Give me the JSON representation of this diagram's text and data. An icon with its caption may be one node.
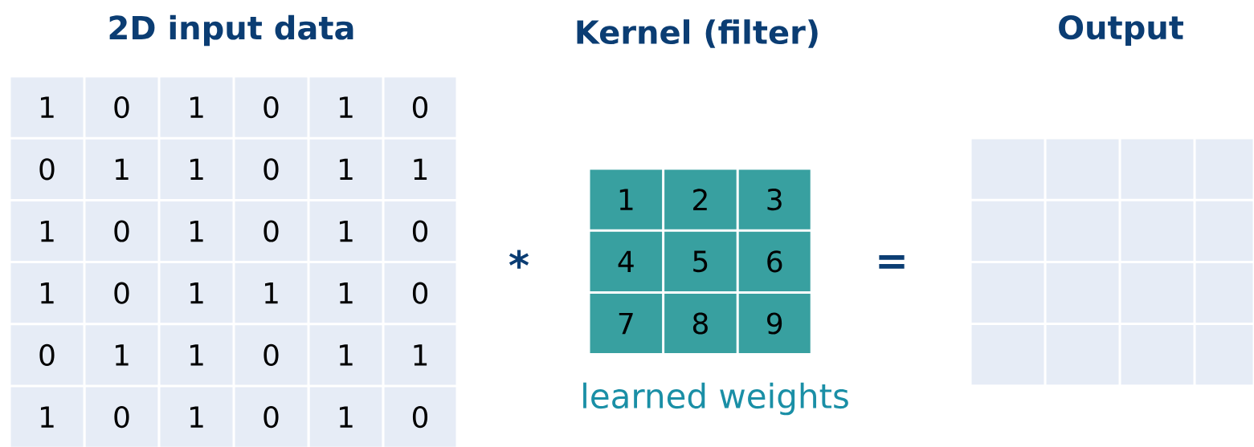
{
  "diagram": {
    "nodes": [
      {
        "text": [
          "1"
        ]
      },
      {
        "text": [
          "0"
        ]
      },
      {
        "text": [
          "1"
        ]
      },
      {
        "text": [
          "0"
        ]
      },
      {
        "text": [
          "1"
        ]
      },
      {
        "text": [
          "0"
        ]
      },
      {
        "text": [
          "0"
        ]
      },
      {
        "text": [
          "1"
        ]
      },
      {
        "text": [
          "1"
        ]
      },
      {
        "text": [
          "0"
        ]
      },
      {
        "text": [
          "1"
        ]
      },
      {
        "text": [
          "1"
        ]
      },
      {
        "text": [
          "1"
        ]
      },
      {
        "text": [
          "0"
        ]
      },
      {
        "text": [
          "1"
        ]
      },
      {
        "text": [
          "0"
        ]
      },
      {
        "text": [
          "1"
        ]
      },
      {
        "text": [
          "0"
        ]
      },
      {
        "text": [
          "1"
        ]
      },
      {
        "text": [
          "0"
        ]
      },
      {
        "text": [
          "1"
        ]
      },
      {
        "text": [
          "1"
        ]
      },
      {
        "text": [
          "1"
        ]
      },
      {
        "text": [
          "0"
        ]
      },
      {
        "text": [
          "0"
        ]
      },
      {
        "text": [
          "1"
        ]
      },
      {
        "text": [
          "1"
        ]
      },
      {
        "text": [
          "0"
        ]
      },
      {
        "text": [
          "1"
        ]
      },
      {
        "text": [
          "1"
        ]
      },
      {
        "text": [
          "1"
        ]
      },
      {
        "text": [
          "0"
        ]
      },
      {
        "text": [
          "1"
        ]
      },
      {
        "text": [
          "0"
        ]
      },
      {
        "text": [
          "1"
        ]
      },
      {
        "text": [
          "0"
        ]
      },
      {
        "text": [
          "1"
        ]
      },
      {
        "text": [
          "2"
        ]
      },
      {
        "text": [
          "3"
        ]
      },
      {
        "text": [
          "4"
        ]
      },
      {
        "text": [
          "5"
        ]
      },
      {
        "text": [
          "6"
        ]
      },
      {
        "text": [
          "7"
        ]
      },
      {
        "text": [
          "8"
        ]
      },
      {
        "text": [
          "9"
        ]
      },
      {
        "text": [],
        "shape": "box"
      },
      {
        "text": [],
        "shape": "box"
      },
      {
        "text": [],
        "shape": "box"
      },
      {
        "text": [],
        "shape": "box"
      },
      {
        "text": [],
        "shape": "box"
      },
      {
        "text": [],
        "shape": "box"
      },
      {
        "text": [],
        "shape": "box"
      },
      {
        "text": [],
        "shape": "box"
      },
      {
        "text": [],
        "shape": "box"
      },
      {
        "text": [],
        "shape": "box"
      },
      {
        "text": [],
        "shape": "box"
      },
      {
        "text": [],
        "shape": "box"
      },
      {
        "text": [],
        "shape": "box"
      },
      {
        "text": [],
        "shape": "box"
      },
      {
        "text": [],
        "shape": "box"
      },
      {
        "text": [],
        "shape": "box"
      }
    ],
    "labels": [
      "2D input data",
      "Kernel (filter)",
      "Output",
      "*",
      "=",
      "learned weights"
    ]
  }
}
